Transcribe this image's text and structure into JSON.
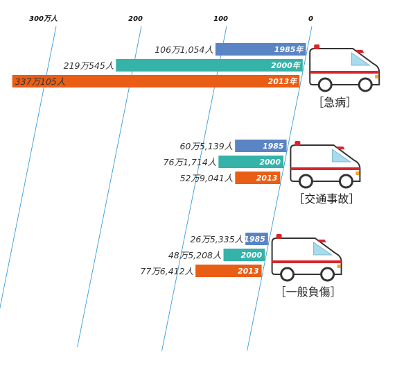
{
  "chart_data": {
    "type": "bar",
    "orientation": "horizontal",
    "axis_ticks": [
      {
        "value": 300,
        "label": "300万人"
      },
      {
        "value": 200,
        "label": "200"
      },
      {
        "value": 100,
        "label": "100"
      },
      {
        "value": 0,
        "label": "0"
      }
    ],
    "xlim": [
      0,
      340
    ],
    "grid": true,
    "colors": {
      "1985": "#5a84c4",
      "2000": "#35b3a8",
      "2013": "#e95d14",
      "grid": "#3c9bd6"
    },
    "groups": [
      {
        "category": "［急病］",
        "bars": [
          {
            "year": "1985年",
            "series": "1985",
            "value": 106.1054,
            "label": "106万1,054人"
          },
          {
            "year": "2000年",
            "series": "2000",
            "value": 219.0545,
            "label": "219万545人"
          },
          {
            "year": "2013年",
            "series": "2013",
            "value": 337.0105,
            "label": "337万105人"
          }
        ]
      },
      {
        "category": "［交通事故］",
        "bars": [
          {
            "year": "1985",
            "series": "1985",
            "value": 60.5139,
            "label": "60万5,139人"
          },
          {
            "year": "2000",
            "series": "2000",
            "value": 76.1714,
            "label": "76万1,714人"
          },
          {
            "year": "2013",
            "series": "2013",
            "value": 52.9041,
            "label": "52万9,041人"
          }
        ]
      },
      {
        "category": "［一般負傷］",
        "bars": [
          {
            "year": "1985",
            "series": "1985",
            "value": 26.5335,
            "label": "26万5,335人"
          },
          {
            "year": "2000",
            "series": "2000",
            "value": 48.5208,
            "label": "48万5,208人"
          },
          {
            "year": "2013",
            "series": "2013",
            "value": 77.6412,
            "label": "77万6,412人"
          }
        ]
      }
    ]
  }
}
